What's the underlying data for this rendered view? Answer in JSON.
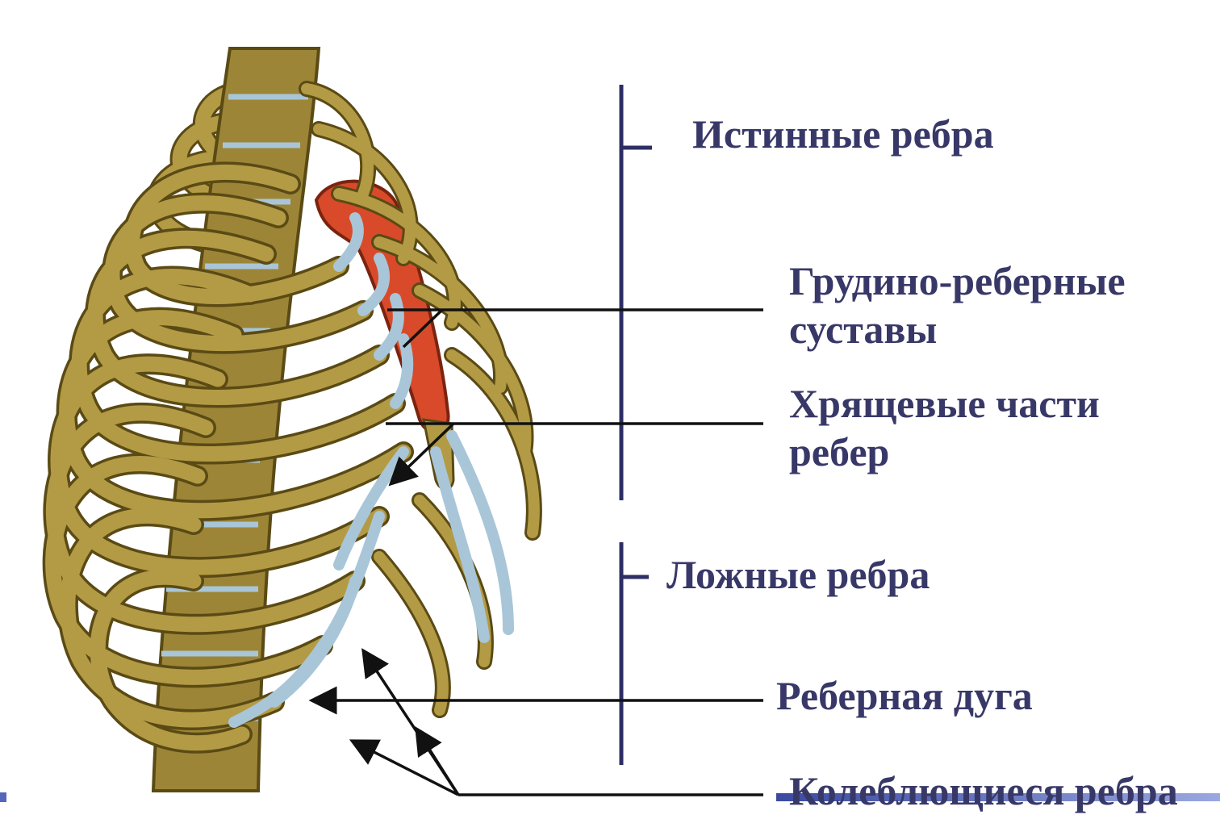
{
  "labels": {
    "true_ribs": "Истинные ребра",
    "sternocostal_joints_line1": "Грудино-реберные",
    "sternocostal_joints_line2": "суставы",
    "costal_cartilages_line1": "Хрящевые части",
    "costal_cartilages_line2": "ребер",
    "false_ribs": "Ложные ребра",
    "costal_arch": "Реберная дуга",
    "floating_ribs": "Колеблющиеся ребра"
  },
  "colors": {
    "label_text": "#383868",
    "bracket": "#2e2e66",
    "leader_line": "#111111",
    "bone": "#b39a45",
    "bone_outline": "#5a4a14",
    "cartilage": "#a8c6d8",
    "sternum": "#d84a2a",
    "accent_bar": "#5566bb"
  }
}
